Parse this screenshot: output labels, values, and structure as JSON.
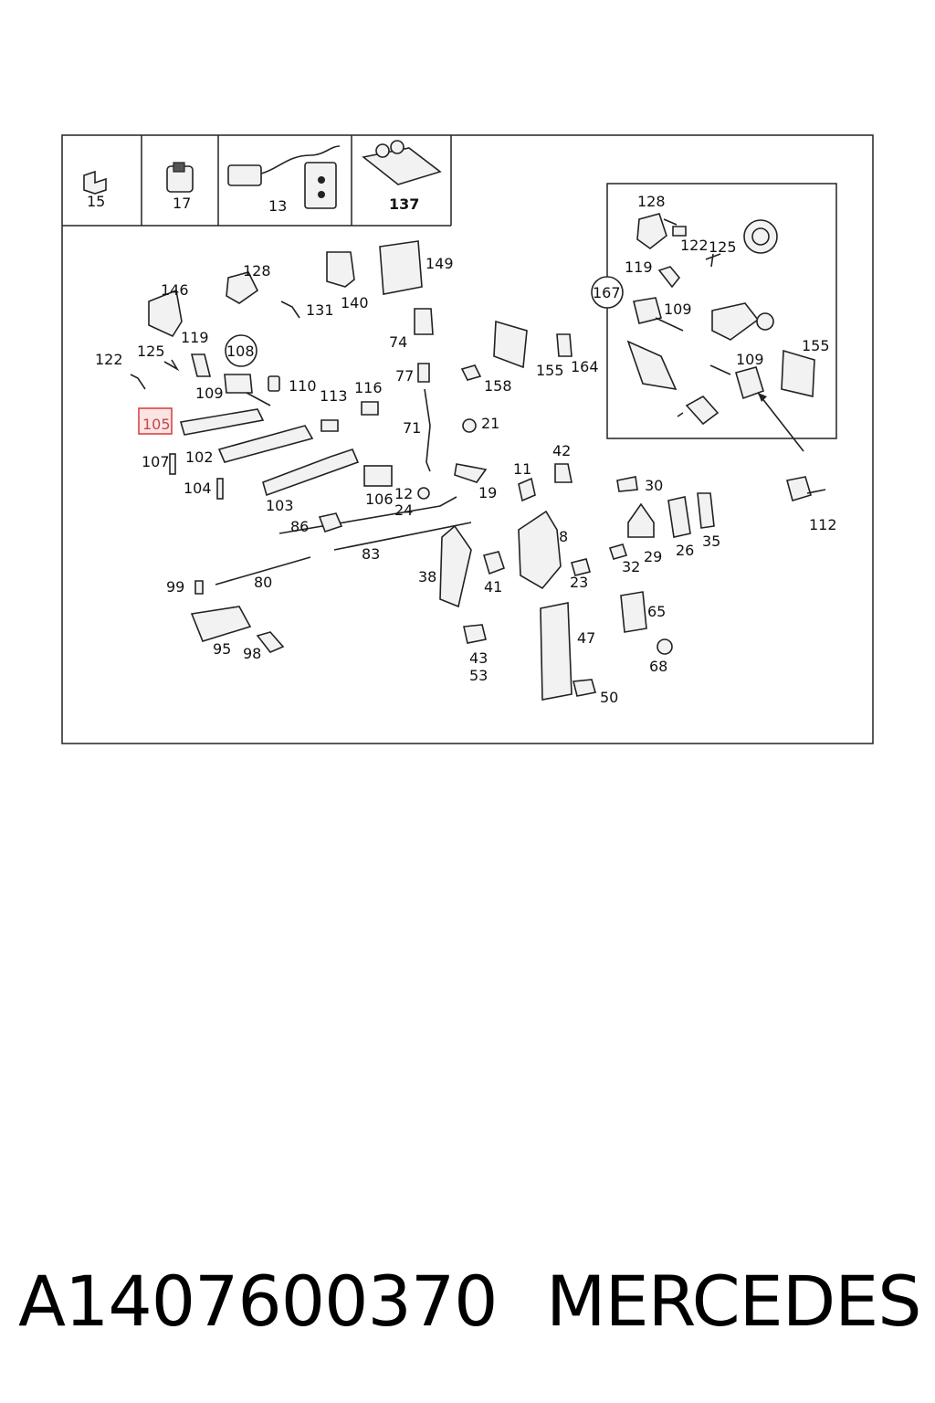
{
  "diagram": {
    "header_cells": [
      {
        "label": "15"
      },
      {
        "label": "17"
      },
      {
        "label": "13"
      },
      {
        "label": "137"
      }
    ],
    "highlighted_part": "105",
    "callouts": [
      "146",
      "128",
      "131",
      "140",
      "149",
      "122",
      "125",
      "119",
      "108",
      "109",
      "110",
      "113",
      "116",
      "74",
      "77",
      "71",
      "107",
      "102",
      "104",
      "103",
      "106",
      "12",
      "24",
      "86",
      "83",
      "99",
      "80",
      "95",
      "98",
      "158",
      "155",
      "164",
      "21",
      "19",
      "11",
      "42",
      "8",
      "38",
      "41",
      "23",
      "43",
      "53",
      "47",
      "50",
      "30",
      "29",
      "32",
      "26",
      "35",
      "65",
      "68",
      "112"
    ],
    "inset_callouts": [
      "128",
      "122",
      "125",
      "119",
      "167",
      "109",
      "109",
      "155"
    ]
  },
  "caption": {
    "part_number": "A1407600370",
    "brand": "MERCEDES"
  }
}
